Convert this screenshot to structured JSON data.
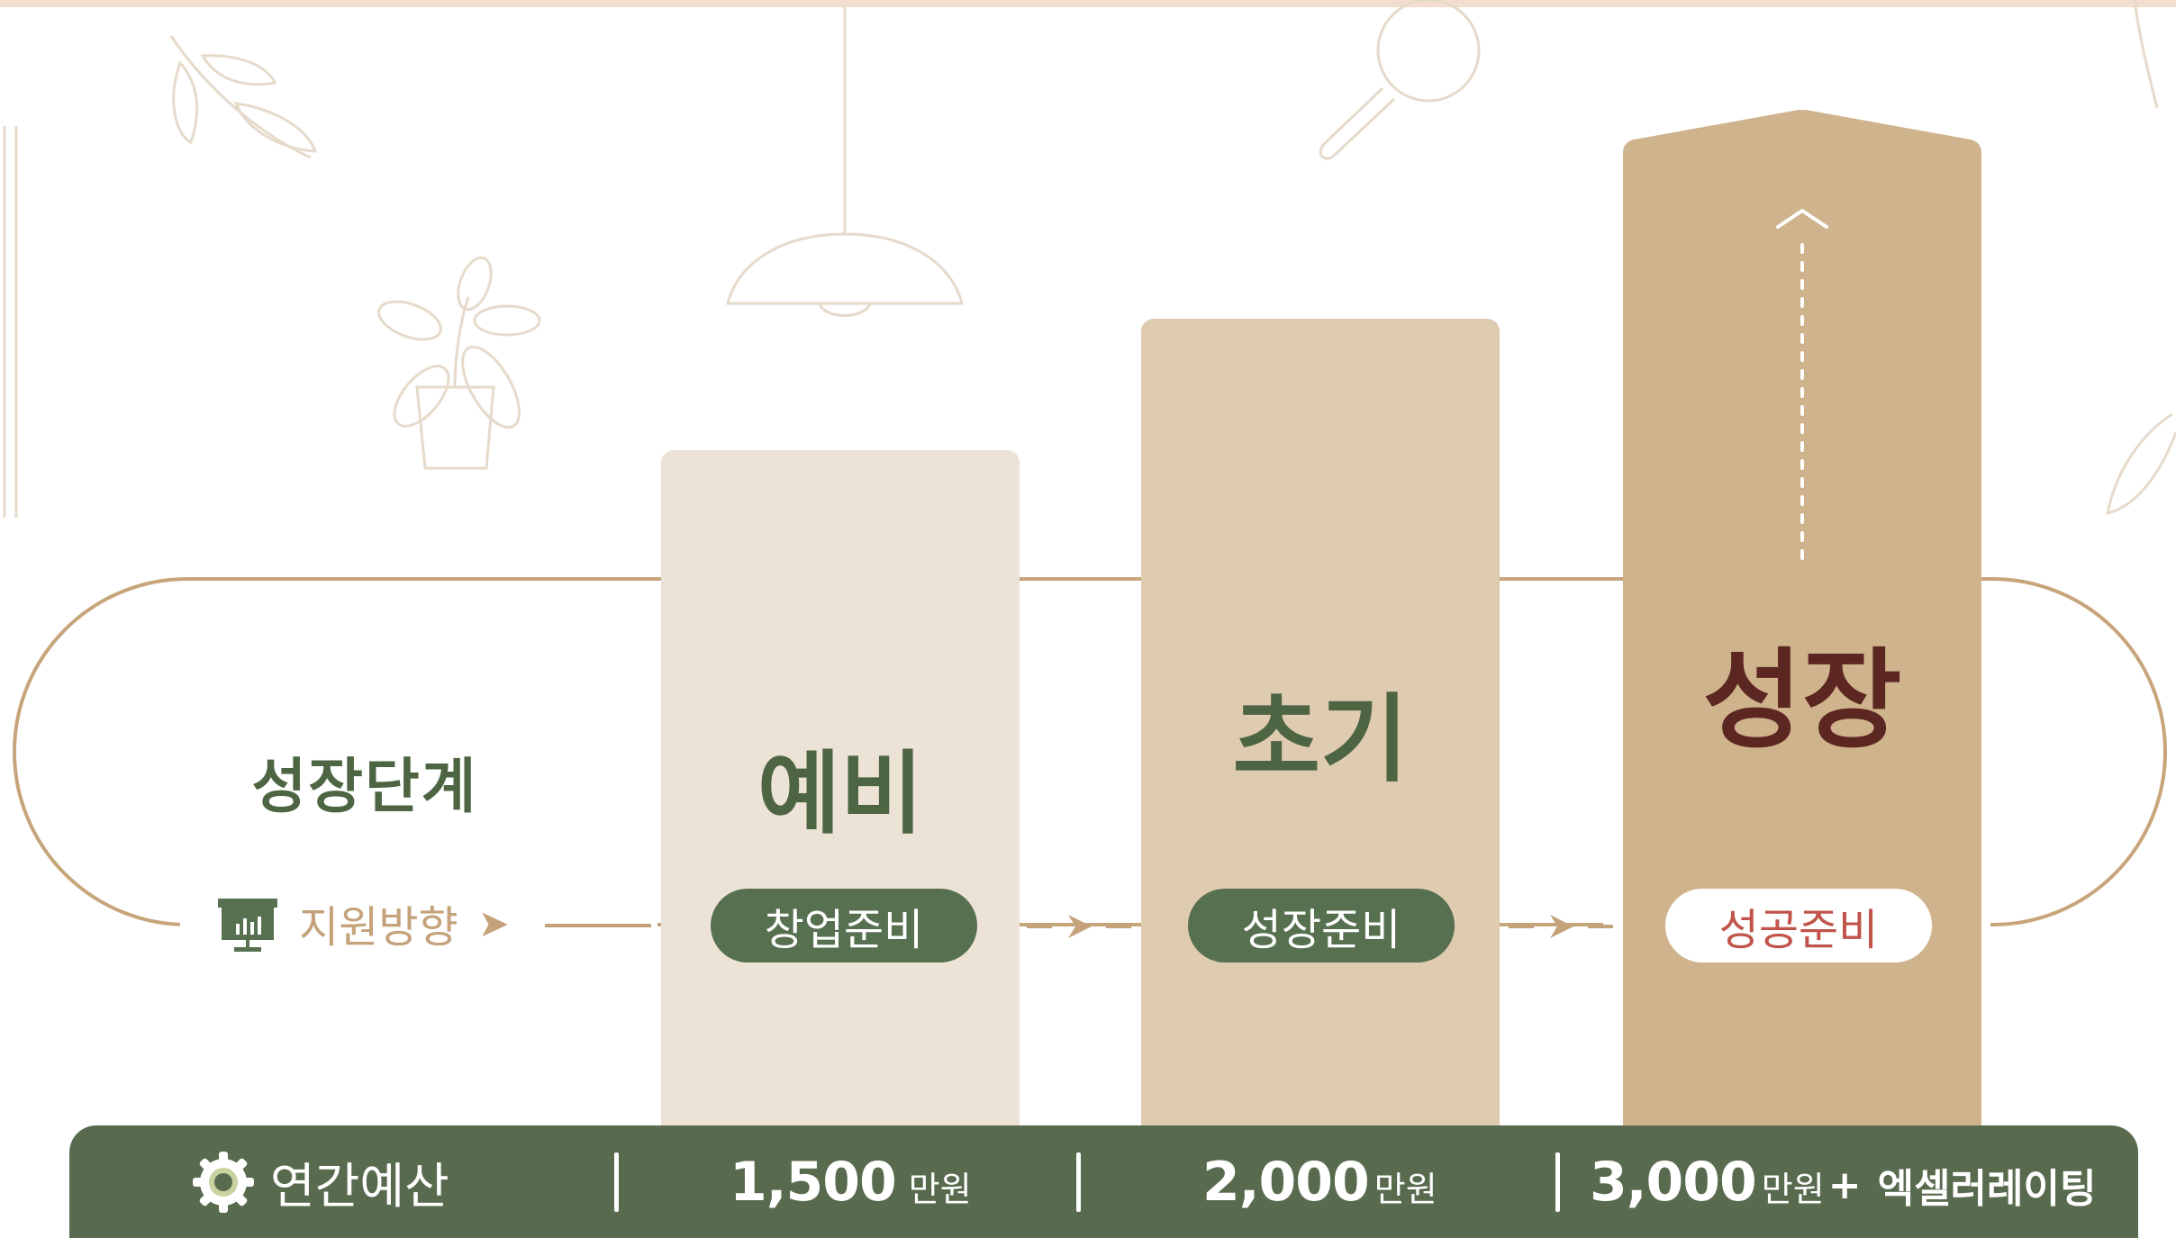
{
  "diagram": {
    "row_label": "성장단계",
    "support_label": "지원방향",
    "budget_label": "연간예산",
    "stages": [
      {
        "name": "예비",
        "support": "창업준비",
        "budget_value": "1,500",
        "budget_unit": "만원"
      },
      {
        "name": "초기",
        "support": "성장준비",
        "budget_value": "2,000",
        "budget_unit": "만원"
      },
      {
        "name": "성장",
        "support": "성공준비",
        "budget_value": "3,000",
        "budget_unit": "만원",
        "budget_plus": "+",
        "budget_extra": "엑셀러레이팅"
      }
    ]
  },
  "icons": {
    "support": "presentation-board-icon",
    "budget": "gear-icon",
    "arrow": "chevron-right-icon",
    "growth": "dotted-up-arrow-icon"
  },
  "colors": {
    "accent_green": "#577050",
    "budget_bar": "#596b4f",
    "stage1_bar": "#ece3d6",
    "stage2_bar": "#dfcbb0",
    "stage3_bar": "#cfb38c",
    "stage3_text": "#5c2721",
    "support_text": "#c4a27a",
    "outline": "#c7a57b",
    "top_band": "#f2ddd0"
  }
}
